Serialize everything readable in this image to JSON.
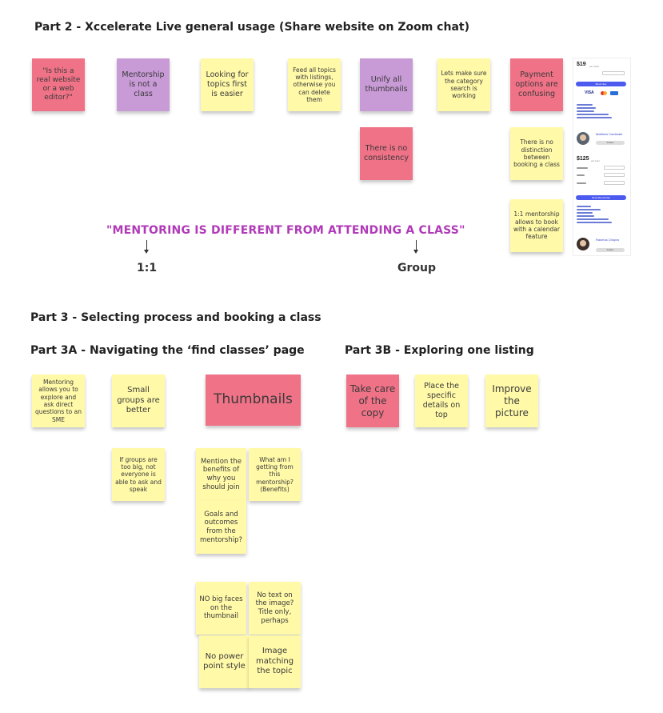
{
  "headings": {
    "part2": "Part 2 - Xccelerate Live general usage (Share website on Zoom chat)",
    "part3": "Part 3 - Selecting process and booking a class",
    "part3a": "Part 3A - Navigating the ‘find classes’ page",
    "part3b": "Part 3B - Exploring one listing"
  },
  "part2_notes": {
    "n1": "\"Is this a real website or a web editor?\"",
    "n2": "Mentorship is not a class",
    "n3": "Looking for topics first is easier",
    "n4": "Feed all topics with listings, otherwise you can delete them",
    "n5": "Unify all thumbnails",
    "n6": "There is no consistency",
    "n7": "Lets make sure the category search is working",
    "n8": "Payment options are confusing",
    "n9": "There is no distinction between booking a class",
    "n10": "1:1 mentorship allows to book with a calendar feature"
  },
  "quote": "\"MENTORING IS DIFFERENT FROM ATTENDING A CLASS\"",
  "labels": {
    "one": "1:1",
    "group": "Group"
  },
  "part3a_notes": {
    "a1": "Mentoring allows you to explore and ask direct questions to an SME",
    "a2": "Small groups are better",
    "a3": "If groups are too big, not everyone is able to ask and speak",
    "a4": "Thumbnails",
    "a5": "Mention the benefits of why you should join",
    "a6": "What am I getting from this mentorship? (Benefits)",
    "a7": "Goals and outcomes from the mentorship?",
    "a8": "NO big faces on the thumbnail",
    "a9": "No text on the image? Title only, perhaps",
    "a10": "No power point style",
    "a11": "Image matching the topic"
  },
  "part3b_notes": {
    "b1": "Take care of the copy",
    "b2": "Place the specific details on top",
    "b3": "Improve the picture"
  },
  "card": {
    "price1": "$19",
    "price1_unit": "per class",
    "price2": "$125",
    "price2_unit": "per hour",
    "name1": "Matthew Cardinale",
    "name2": "Rasmus Chopra",
    "visa": "VISA",
    "book1": "Book Now",
    "book2": "Book Mentorship",
    "follow": "Follow"
  },
  "colors": {
    "yellow": "#fff9a8",
    "pink": "#f07287",
    "purple": "#c89ad6",
    "quote": "#b03ab8",
    "button": "#4c5af0"
  }
}
